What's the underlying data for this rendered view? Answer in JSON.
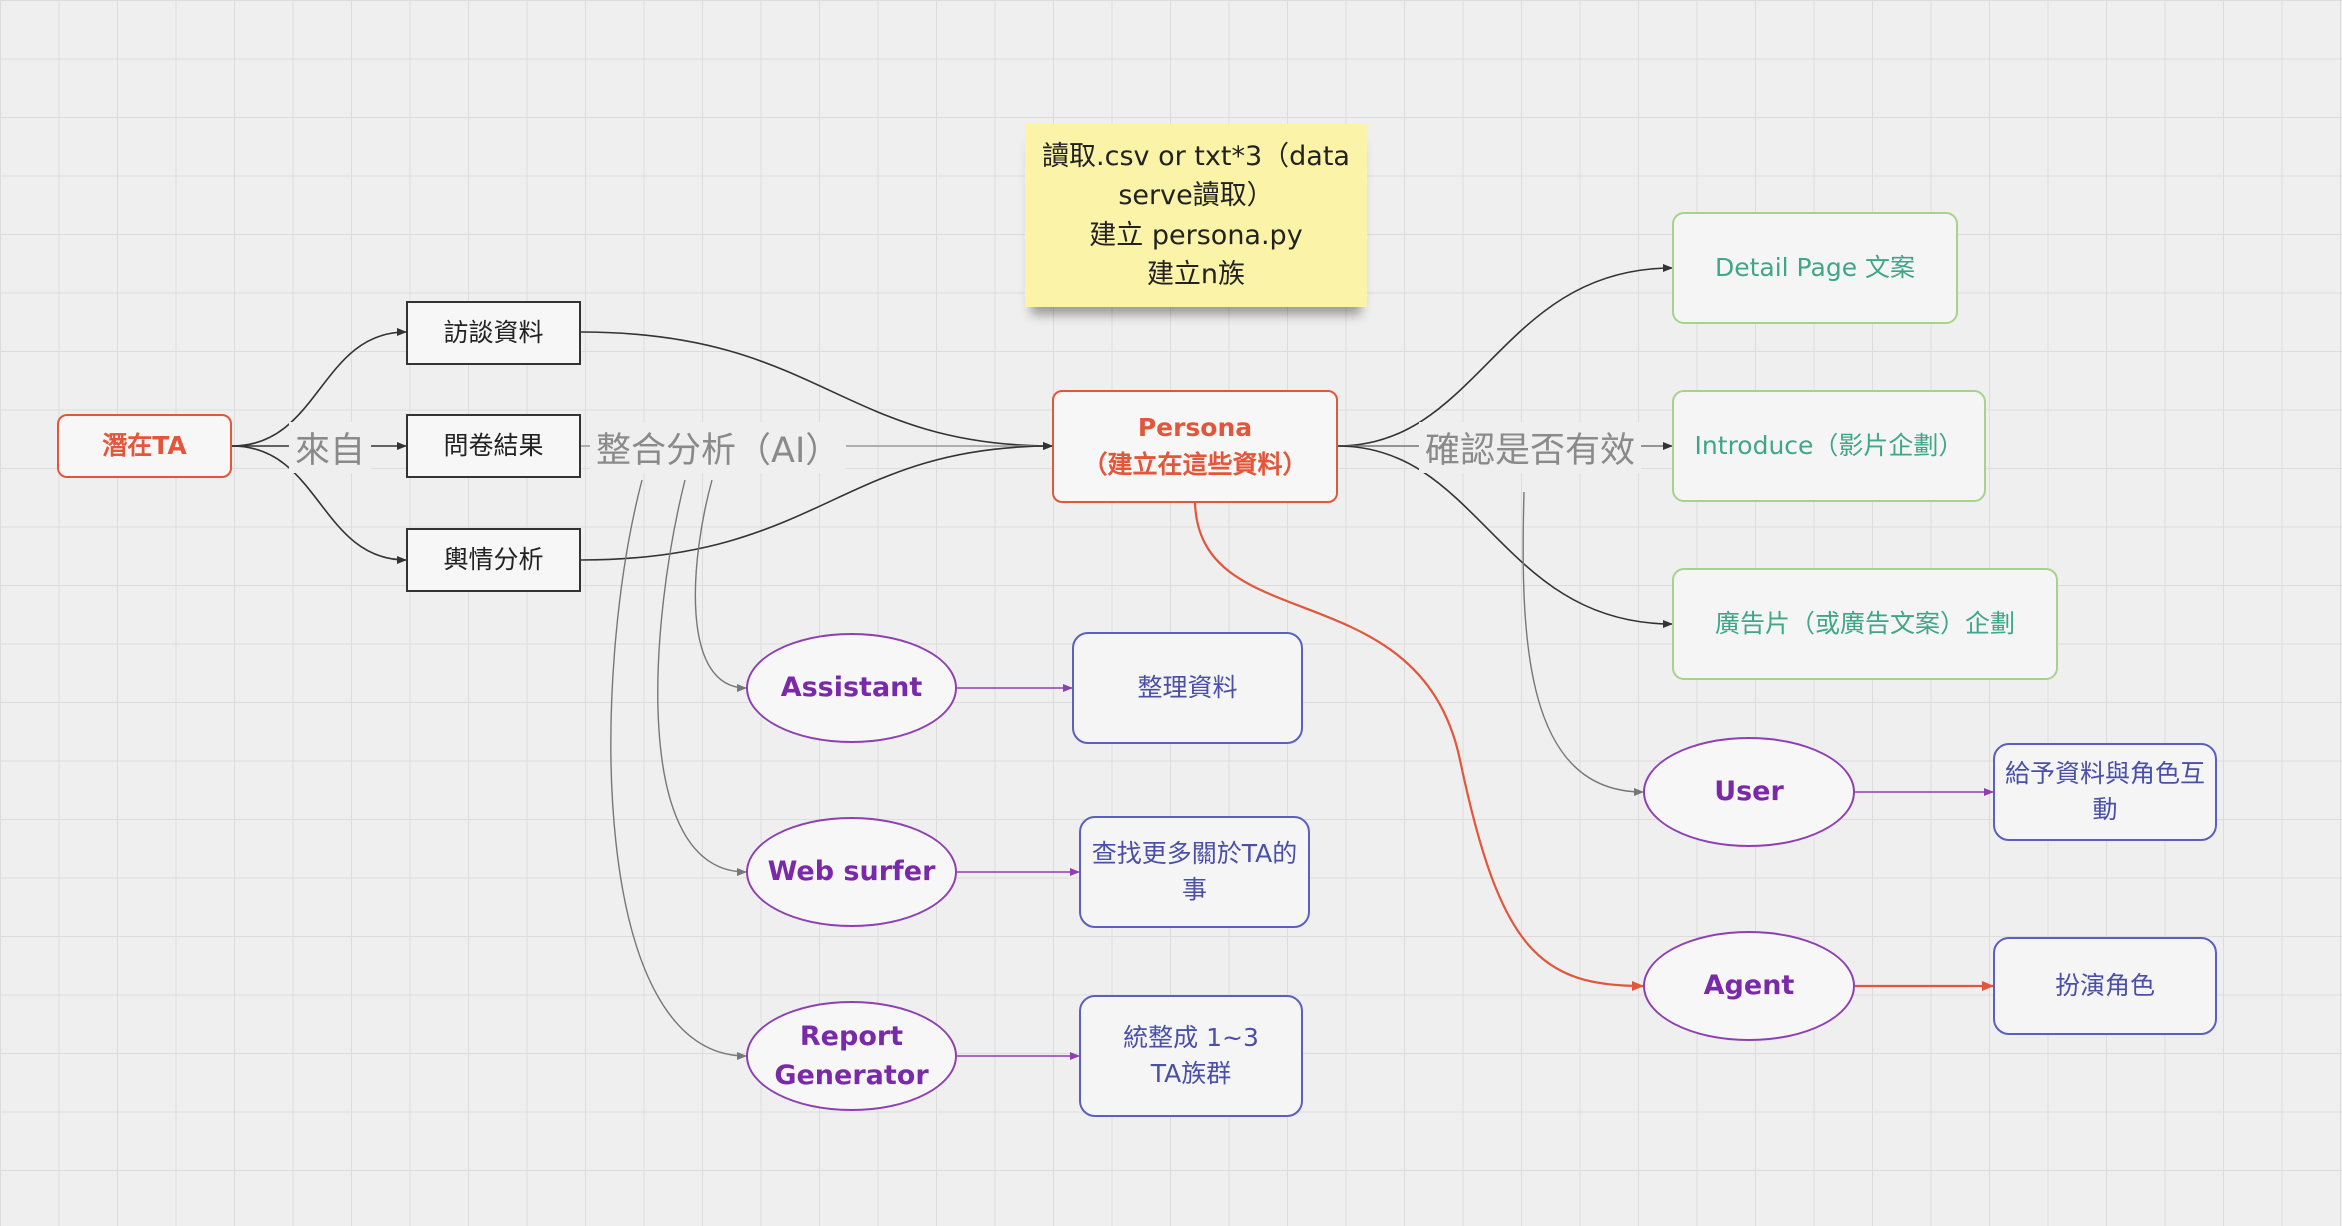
{
  "sticky_note": {
    "line1": "讀取.csv or txt*3（data",
    "line2": "serve讀取）",
    "line3": "建立 persona.py",
    "line4": "建立n族"
  },
  "nodes": {
    "latent_ta": "潛在TA",
    "interview": "訪談資料",
    "survey": "問卷結果",
    "sentiment": "輿情分析",
    "persona_line1": "Persona",
    "persona_line2": "（建立在這些資料）",
    "detail_page": "Detail Page 文案",
    "introduce": "Introduce（影片企劃）",
    "ad_plan": "廣告片（或廣告文案）企劃",
    "assistant": "Assistant",
    "organize": "整理資料",
    "web_surfer": "Web surfer",
    "find_more_line1": "查找更多關於TA的",
    "find_more_line2": "事",
    "report_line1": "Report",
    "report_line2": "Generator",
    "consolidate_line1": "統整成 1~3",
    "consolidate_line2": "TA族群",
    "user": "User",
    "give_data_line1": "給予資料與角色互",
    "give_data_line2": "動",
    "agent": "Agent",
    "roleplay": "扮演角色"
  },
  "edge_labels": {
    "from": "來自",
    "integrate": "整合分析（AI）",
    "validate": "確認是否有效"
  },
  "colors": {
    "red": "#e2573b",
    "green": "#a5d38a",
    "blue": "#5a5fc0",
    "purple": "#8e3fb4",
    "sticky": "#fbf3a8"
  }
}
